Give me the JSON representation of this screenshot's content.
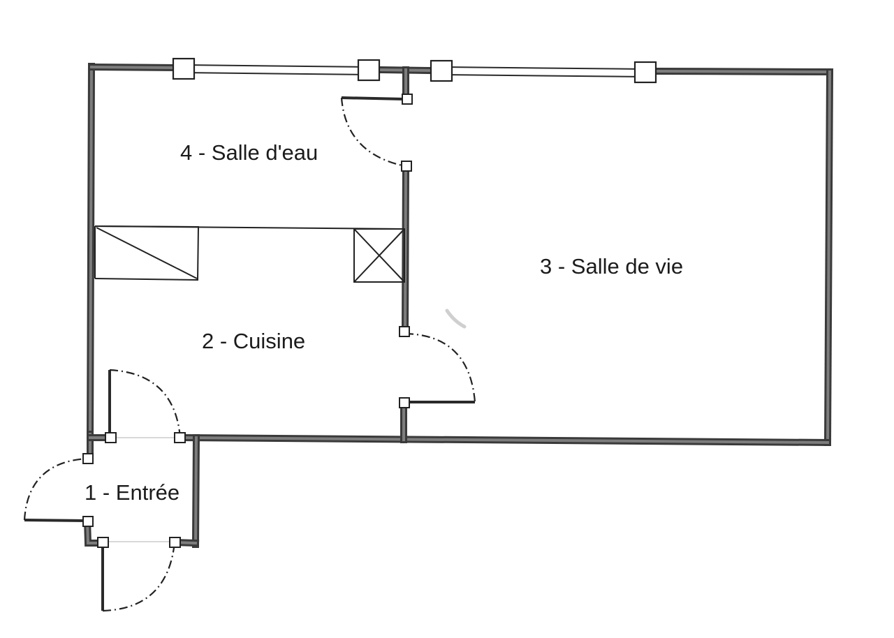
{
  "rooms": [
    {
      "id": "entree",
      "label": "1 - Entrée"
    },
    {
      "id": "cuisine",
      "label": "2 - Cuisine"
    },
    {
      "id": "salle-de-vie",
      "label": "3 - Salle de vie"
    },
    {
      "id": "salle-d-eau",
      "label": "4 - Salle d'eau"
    }
  ],
  "colors": {
    "wall": "#3a3a3a",
    "wall_core": "#7d7d7d",
    "line": "#222222",
    "background": "#ffffff"
  }
}
